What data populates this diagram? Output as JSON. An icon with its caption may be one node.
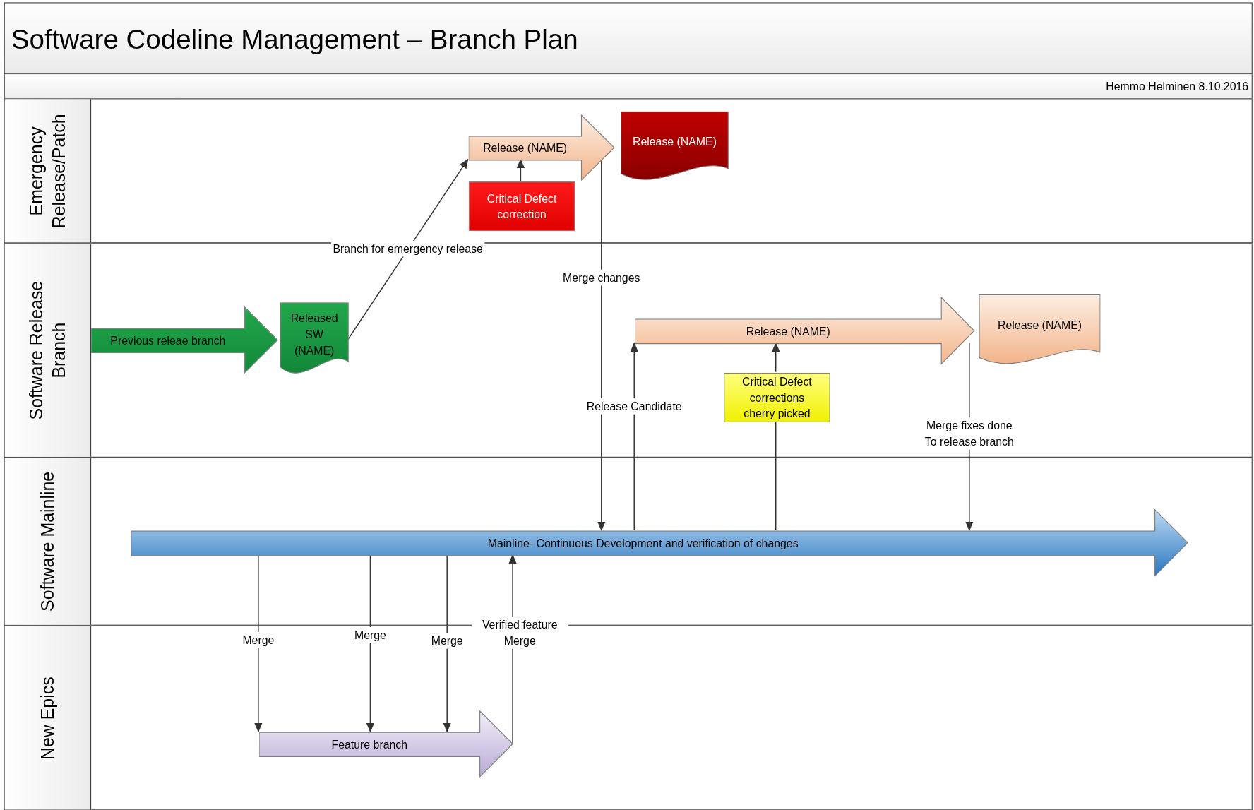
{
  "diagram": {
    "title": "Software Codeline Management – Branch Plan",
    "nodes": [
      {
        "text": [
          "Emergency Release/Patch"
        ]
      },
      {
        "text": [
          "Software Release Branch"
        ]
      },
      {
        "text": [
          "Software Mainline"
        ]
      },
      {
        "text": [
          "New Epics"
        ]
      },
      {
        "text": [
          "Release (NAME)"
        ],
        "in": 0
      },
      {
        "text": [
          "Release (NAME)"
        ],
        "in": 0
      },
      {
        "text": [
          "Critical Defect correction"
        ],
        "in": 0
      },
      {
        "text": [
          "Previous releae branch"
        ],
        "in": 1
      },
      {
        "text": [
          "Released SW (NAME)"
        ],
        "in": 1
      },
      {
        "text": [
          "Release (NAME)"
        ],
        "in": 1
      },
      {
        "text": [
          "Release (NAME)"
        ],
        "in": 1
      },
      {
        "text": [
          "Critical Defect corrections cherry picked"
        ],
        "in": 1
      },
      {
        "text": [
          "Mainline- Continuous Development and verification of changes"
        ],
        "in": 2
      },
      {
        "text": [
          "Feature branch"
        ],
        "in": 3
      }
    ],
    "edges": [
      {
        "from": 8,
        "to": 4,
        "arrow": "to",
        "label": "Branch for emergency release"
      },
      {
        "from": 6,
        "to": 4,
        "arrow": "to"
      },
      {
        "from": 4,
        "to": 12,
        "arrow": "to",
        "label": "Merge changes"
      },
      {
        "from": 12,
        "to": 9,
        "arrow": "to",
        "label": "Release Candidate"
      },
      {
        "from": 12,
        "to": 11,
        "arrow": "none"
      },
      {
        "from": 11,
        "to": 9,
        "arrow": "to"
      },
      {
        "from": 9,
        "to": 12,
        "arrow": "to",
        "label": "Merge fixes done To release branch"
      },
      {
        "from": 12,
        "to": 13,
        "arrow": "to",
        "label": "Merge"
      },
      {
        "from": 12,
        "to": 13,
        "arrow": "to",
        "label": "Merge"
      },
      {
        "from": 12,
        "to": 13,
        "arrow": "to",
        "label": "Merge"
      },
      {
        "from": 13,
        "to": 12,
        "arrow": "to",
        "label": "Verified feature Merge"
      }
    ],
    "labels": [
      "Hemmo Helminen 8.10.2016"
    ]
  }
}
